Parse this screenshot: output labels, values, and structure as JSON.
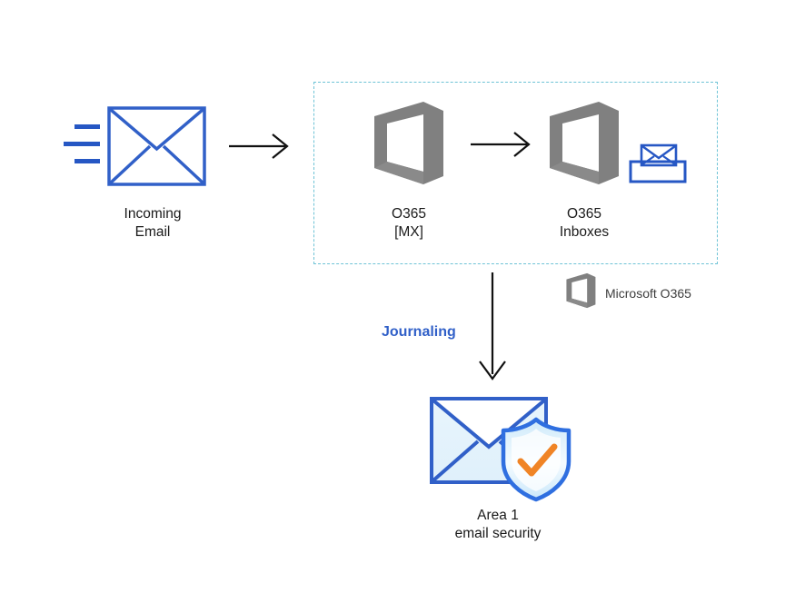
{
  "diagram": {
    "title_present": false,
    "background": "#ffffff",
    "colors": {
      "envelope_blue": "#3160c8",
      "envelope_light_fill": "#d6eaf8",
      "o365_grey": "#808080",
      "dashed_border": "#6ec3d6",
      "arrow_black": "#111111",
      "journaling_text": "#3160c8",
      "label_text": "#1a1a1a",
      "shield_orange": "#f08426",
      "shield_fill": "#eaf6fd",
      "legend_text": "#3d3d3d"
    },
    "nodes": {
      "incoming_email": {
        "label": "Incoming\nEmail",
        "icon": "envelope-icon"
      },
      "o365_mx": {
        "label": "O365\n[MX]",
        "icon": "office365-icon"
      },
      "o365_inboxes": {
        "label": "O365\nInboxes",
        "icon": "office365-icon"
      },
      "inbox_tray": {
        "icon": "inbox-tray-envelope-icon"
      },
      "area1": {
        "label": "Area 1\nemail security",
        "icon": "shielded-envelope-icon"
      }
    },
    "edges": {
      "incoming_to_mx": {
        "label": "",
        "direction": "right"
      },
      "mx_to_inboxes": {
        "label": "",
        "direction": "right"
      },
      "inboxes_to_area1": {
        "label": "Journaling",
        "direction": "down"
      }
    },
    "legend": {
      "label": "Microsoft O365",
      "icon": "office365-icon"
    },
    "group": {
      "name": "microsoft-o365-boundary",
      "style": "dashed"
    }
  }
}
